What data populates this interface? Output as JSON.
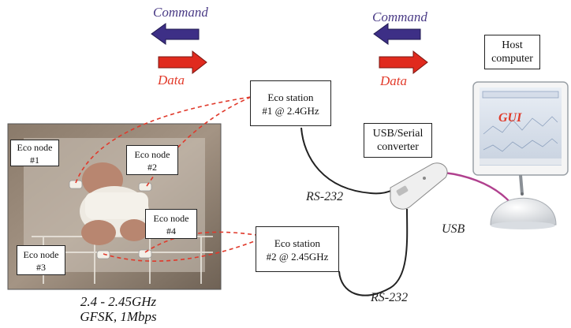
{
  "arrows": {
    "left_group": {
      "command_label": "Command",
      "data_label": "Data"
    },
    "right_group": {
      "command_label": "Command",
      "data_label": "Data"
    }
  },
  "host": {
    "label_line1": "Host",
    "label_line2": "computer",
    "screen_label": "GUI"
  },
  "converter": {
    "label_line1": "USB/Serial",
    "label_line2": "converter"
  },
  "stations": [
    {
      "line1": "Eco station",
      "line2": "#1 @ 2.4GHz"
    },
    {
      "line1": "Eco station",
      "line2": "#2 @ 2.45GHz"
    }
  ],
  "nodes": [
    {
      "line1": "Eco node",
      "line2": "#1"
    },
    {
      "line1": "Eco node",
      "line2": "#2"
    },
    {
      "line1": "Eco node",
      "line2": "#3"
    },
    {
      "line1": "Eco node",
      "line2": "#4"
    }
  ],
  "links": {
    "serial_top": "RS-232",
    "serial_bottom": "RS-232",
    "usb": "USB"
  },
  "caption": {
    "line1": "2.4 - 2.45GHz",
    "line2": "GFSK, 1Mbps"
  },
  "colors": {
    "command_arrow": "#3d2f86",
    "data_arrow": "#e02a1e",
    "usb_cable": "#b0408e",
    "rf_link": "#e0392b"
  }
}
